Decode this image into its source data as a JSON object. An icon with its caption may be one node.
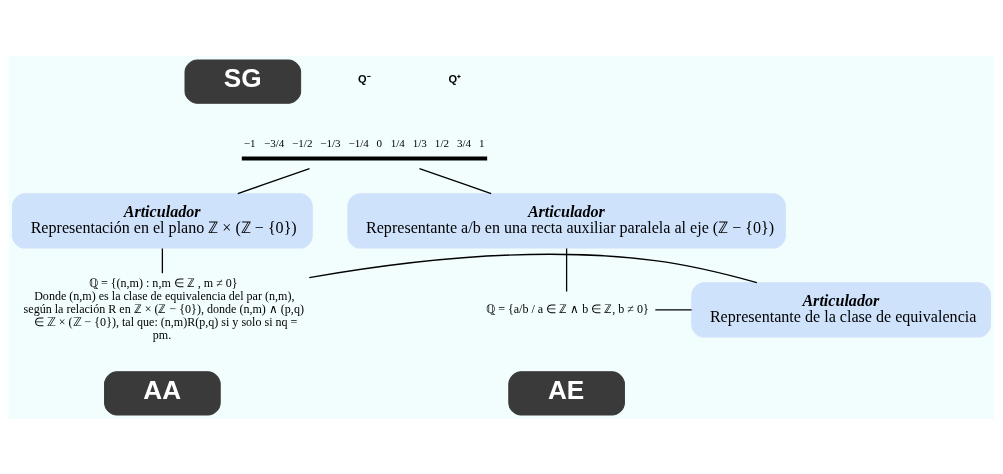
{
  "diagram": {
    "nodes": [
      {
        "text": [
          "SG"
        ]
      },
      {
        "text": [
          "−1",
          "−3/4",
          "−1/2",
          "−1/3",
          "−1/4",
          "0",
          "1/4",
          "1/3",
          "1/2",
          "3/4",
          "1"
        ]
      },
      {
        "text": [
          "Articulador",
          "Representación en el plano ℤ × (ℤ − {0})"
        ]
      },
      {
        "text": [
          "Articulador",
          "Representante a/b en una recta auxiliar paralela al eje (ℤ − {0})"
        ]
      },
      {
        "text": [
          "ℚ = {(n,m) : n,m ∈ ℤ , m ≠ 0}",
          "Donde (n,m) es la clase de equivalencia del par (n,m), según la relación R en ℤ × (ℤ − {0}), donde (n,m) ∧ (p,q) ∈ ℤ × (ℤ − {0}), tal que: (n,m)R(p,q) si y solo si nq = pm."
        ]
      },
      {
        "text": [
          "Articulador",
          "Representante de la clase de equivalencia"
        ]
      },
      {
        "text": [
          "ℚ = {a/b / a ∈ ℤ ∧ b ∈ ℤ, b ≠ 0}"
        ]
      },
      {
        "text": [
          "AA"
        ]
      },
      {
        "text": [
          "AE"
        ]
      }
    ],
    "edges": [
      {
        "from": 1,
        "to": 2,
        "arrow": "none"
      },
      {
        "from": 1,
        "to": 3,
        "arrow": "none"
      },
      {
        "from": 2,
        "to": 4,
        "arrow": "none"
      },
      {
        "from": 3,
        "to": 6,
        "arrow": "none"
      },
      {
        "from": 4,
        "to": 5,
        "arrow": "none"
      },
      {
        "from": 5,
        "to": 6,
        "arrow": "none"
      }
    ],
    "labels": [
      "Q⁻",
      "Q⁺"
    ]
  }
}
